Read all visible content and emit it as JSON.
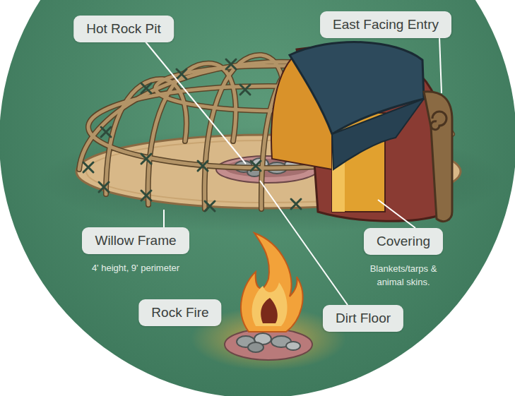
{
  "diagram": {
    "nodes": [
      {
        "text": [
          "Hot Rock Pit"
        ]
      },
      {
        "text": [
          "East Facing Entry"
        ]
      },
      {
        "text": [
          "Willow Frame",
          "4' height, 9' perimeter"
        ]
      },
      {
        "text": [
          "Covering",
          "Blankets/tarps & animal skins."
        ]
      },
      {
        "text": [
          "Rock Fire"
        ]
      },
      {
        "text": [
          "Dirt Floor"
        ]
      }
    ]
  }
}
